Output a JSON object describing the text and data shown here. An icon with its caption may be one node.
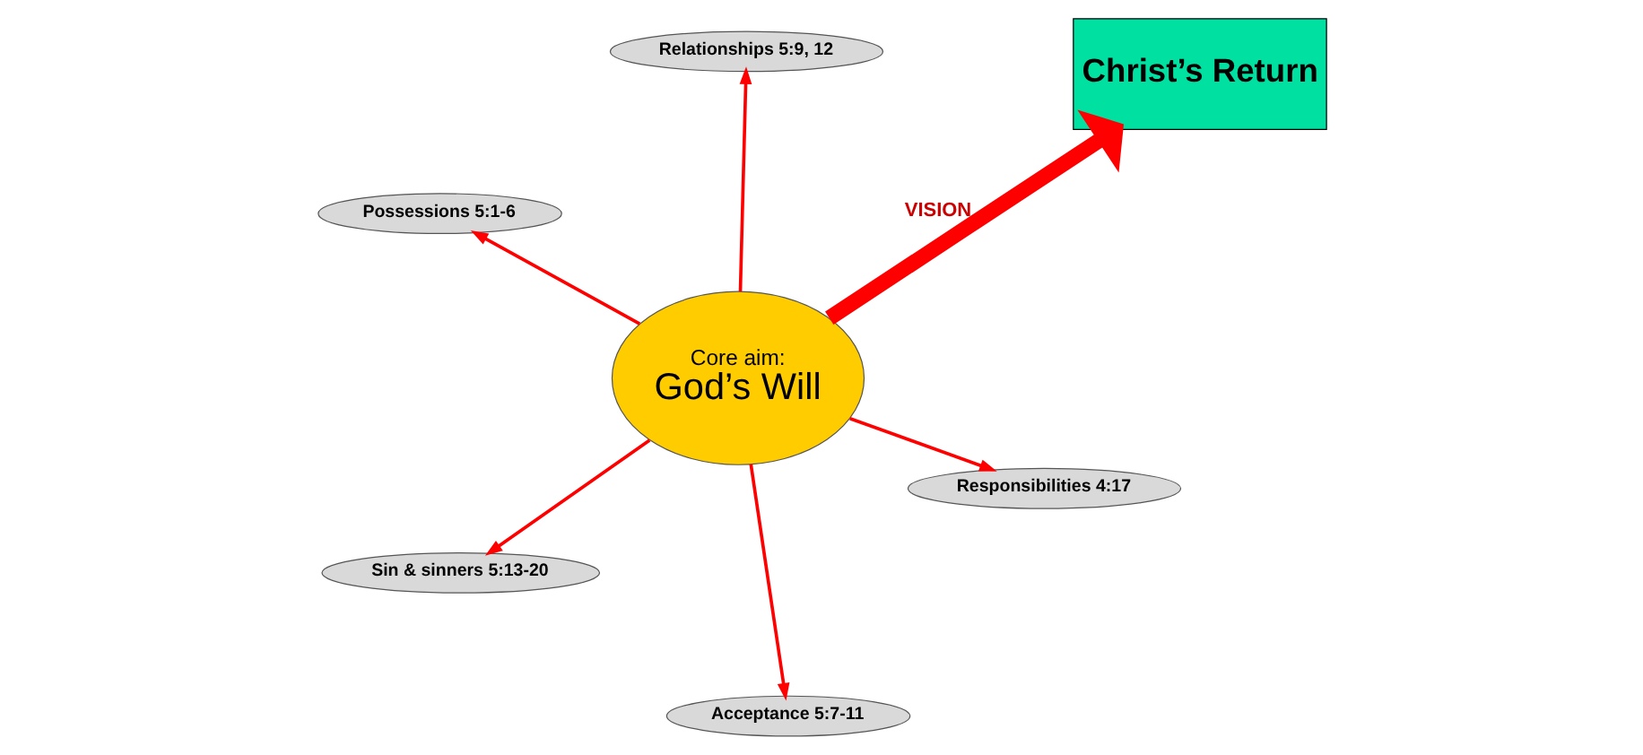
{
  "diagram": {
    "nodes": [
      {
        "text": [
          "Possessions 5:1-6"
        ]
      },
      {
        "text": [
          "Responsibilities 4:17"
        ]
      },
      {
        "text": [
          "Acceptance 5:7-11"
        ]
      },
      {
        "text": [
          "Core aim:",
          "God’s Will"
        ]
      },
      {
        "text": [
          "Christ’s Return"
        ]
      },
      {
        "text": [
          "Relationships 5:9, 12"
        ]
      },
      {
        "text": [
          "Sin & sinners 5:13-20"
        ]
      }
    ],
    "edges": [
      {
        "from": 3,
        "to": 0,
        "arrow": "to"
      },
      {
        "from": 3,
        "to": 1,
        "arrow": "to"
      },
      {
        "from": 3,
        "to": 2,
        "arrow": "to"
      },
      {
        "from": 3,
        "to": 4,
        "arrow": "to",
        "label": "VISION",
        "style": "thick"
      },
      {
        "from": 3,
        "to": 5,
        "arrow": "to"
      },
      {
        "from": 3,
        "to": 6,
        "arrow": "to"
      }
    ]
  }
}
